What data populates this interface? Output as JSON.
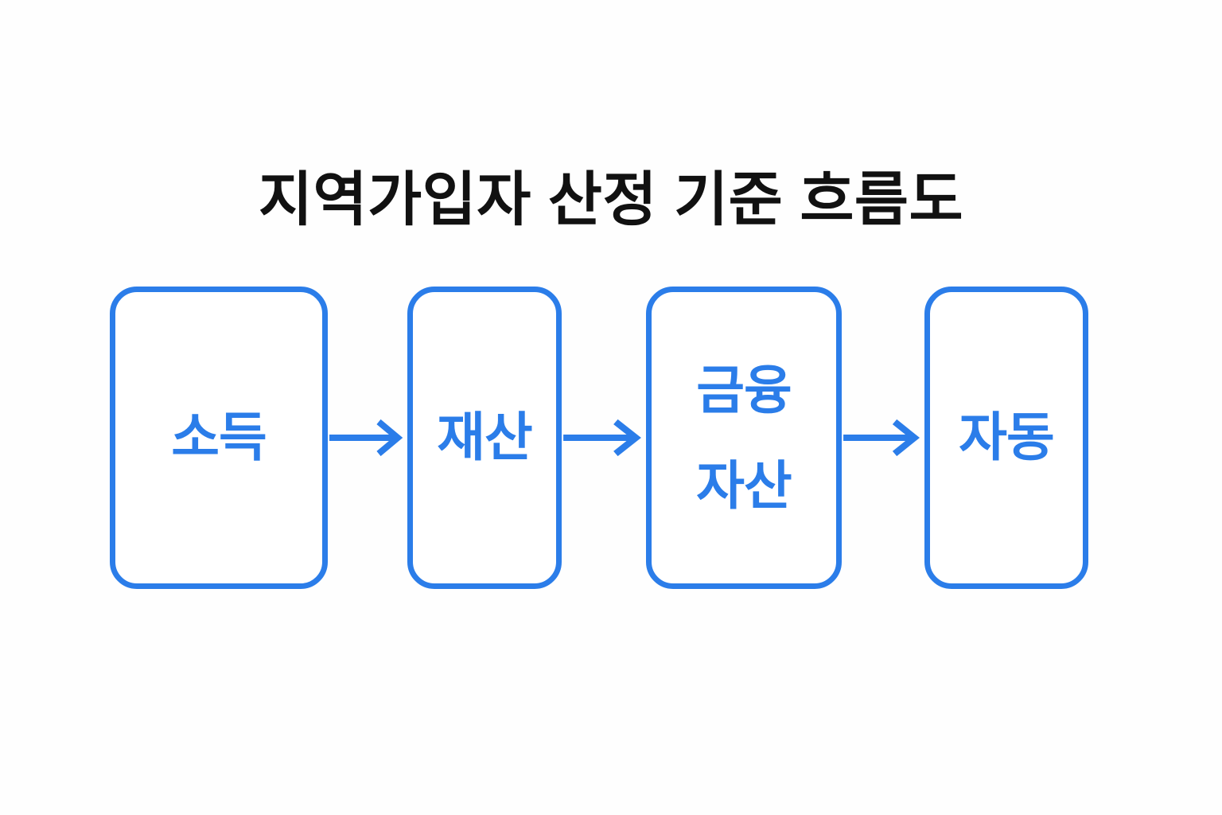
{
  "page": {
    "background_color": "#fefefe",
    "accent_color": "#2b7de9",
    "title_color": "#111111"
  },
  "title": "지역가입자 산정 기준 흐름도",
  "flow": {
    "direction": "left-to-right",
    "nodes": [
      {
        "id": "income",
        "label": "소득",
        "shape": "rounded-rectangle"
      },
      {
        "id": "property",
        "label": "재산",
        "shape": "rounded-rectangle"
      },
      {
        "id": "financial-assets",
        "label": "금융\n자산",
        "shape": "rounded-rectangle"
      },
      {
        "id": "vehicle",
        "label": "자동",
        "shape": "rounded-rectangle"
      }
    ],
    "arrows": [
      {
        "id": "arrow-income-to-property",
        "icon": "arrow-right-icon",
        "from": "income",
        "to": "property"
      },
      {
        "id": "arrow-property-to-financial",
        "icon": "arrow-right-icon",
        "from": "property",
        "to": "financial-assets"
      },
      {
        "id": "arrow-financial-to-vehicle",
        "icon": "arrow-right-icon",
        "from": "financial-assets",
        "to": "vehicle"
      }
    ]
  }
}
